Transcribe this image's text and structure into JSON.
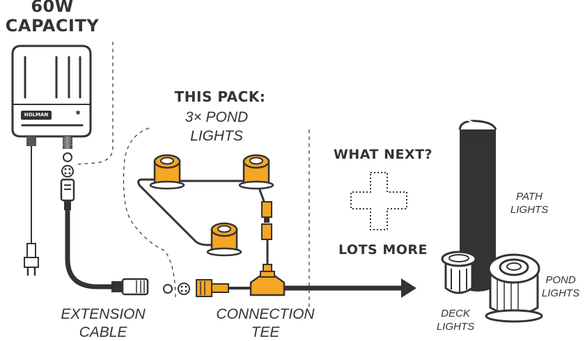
{
  "capacity": {
    "line1": "60W",
    "line2": "CAPACITY"
  },
  "transformer": {
    "brand": "HOLMAN"
  },
  "this_pack": {
    "title": "THIS PACK:",
    "line1": "3× POND",
    "line2": "LIGHTS"
  },
  "what_next": {
    "title": "WHAT NEXT?",
    "footer": "LOTS MORE"
  },
  "extension_cable": {
    "line1": "EXTENSION",
    "line2": "CABLE"
  },
  "connection_tee": {
    "line1": "CONNECTION",
    "line2": "TEE"
  },
  "path_lights": {
    "line1": "PATH",
    "line2": "LIGHTS"
  },
  "pond_lights": {
    "line1": "POND",
    "line2": "LIGHTS"
  },
  "deck_lights": {
    "line1": "DECK",
    "line2": "LIGHTS"
  },
  "colors": {
    "ink": "#333333",
    "accent": "#F5A623",
    "accent_dark": "#C27A10",
    "background": "#FFFFFF"
  }
}
